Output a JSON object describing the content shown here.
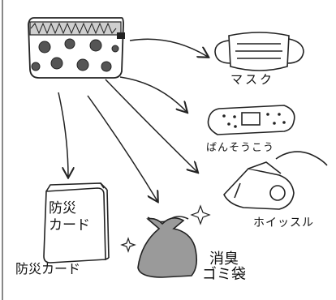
{
  "items": {
    "mask": "マスク",
    "bandage": "ばんそうこう",
    "whistle": "ホイッスル",
    "garbage_bag": [
      "消臭",
      "ゴミ袋"
    ],
    "disaster_card_inner": [
      "防災",
      "カード"
    ],
    "disaster_card_caption": "防災カード"
  }
}
